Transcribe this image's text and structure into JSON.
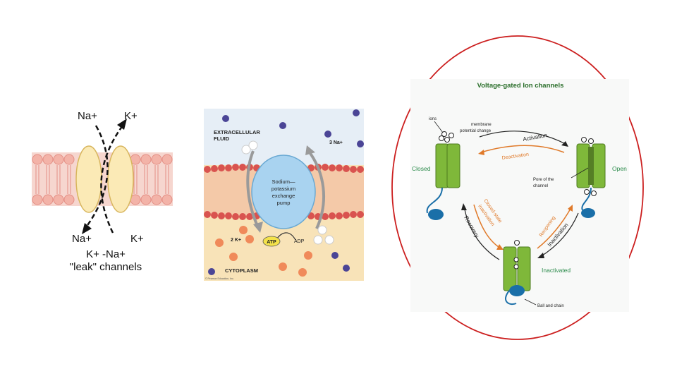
{
  "leak": {
    "na_top": "Na+",
    "k_top": "K+",
    "na_bottom": "Na+",
    "k_bottom": "K+",
    "title_line1": "K+ -Na+",
    "title_line2": "\"leak\" channels"
  },
  "pump": {
    "extracellular": "EXTRACELLULAR",
    "fluid": "FLUID",
    "na_count": "3 Na+",
    "pump_l1": "Sodium—",
    "pump_l2": "potassium",
    "pump_l3": "exchange",
    "pump_l4": "pump",
    "k_count": "2 K+",
    "atp": "ATP",
    "adp": "ADP",
    "cytoplasm": "CYTOPLASM",
    "credit": "© Pearson Education, Inc."
  },
  "vg": {
    "title": "Voltage-gated Ion channels",
    "ions": "ions",
    "membrane_l1": "membrane",
    "membrane_l2": "potential change",
    "activation": "Activation",
    "deactivation": "Deactivation",
    "closed": "Closed",
    "open": "Open",
    "pore_l1": "Pore of the",
    "pore_l2": "channel",
    "closed_state_l1": "Closed-state",
    "closed_state_l2": "inactivation",
    "recovery": "Recovery",
    "reopening": "Reopening",
    "inactivation": "Inactivation",
    "inactivated": "Inactivated",
    "ball_chain": "Ball and chain"
  },
  "colors": {
    "oval_border": "#cc1f1f",
    "title_green": "#2a6e2a",
    "channel_green": "#7fb83a",
    "ball_blue": "#1a6fa8",
    "pump_blue": "#a9d3f0",
    "sodium": "#4b4596",
    "potassium": "#f08a5a",
    "membrane_red": "#d9534f",
    "arrow_orange": "#e07a2a"
  }
}
